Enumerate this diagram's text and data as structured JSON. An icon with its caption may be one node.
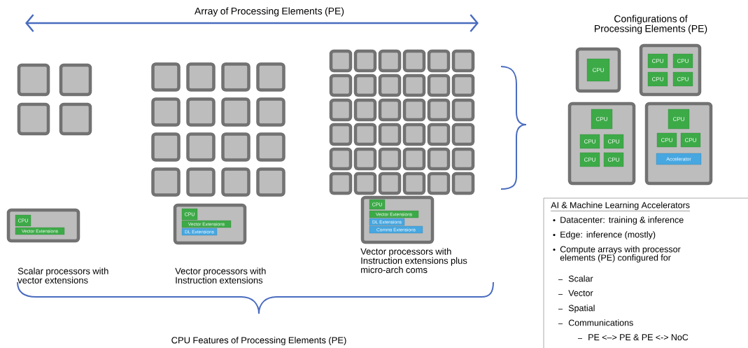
{
  "diagram": {
    "nodes": [
      {
        "text": [],
        "shape": "box"
      },
      {
        "text": [],
        "shape": "box"
      },
      {
        "text": [],
        "shape": "box"
      },
      {
        "text": [],
        "shape": "box"
      },
      {
        "text": [],
        "shape": "box"
      },
      {
        "text": [],
        "shape": "box"
      },
      {
        "text": [],
        "shape": "box"
      },
      {
        "text": [],
        "shape": "box"
      },
      {
        "text": [],
        "shape": "box"
      },
      {
        "text": [],
        "shape": "box"
      },
      {
        "text": [],
        "shape": "box"
      },
      {
        "text": [],
        "shape": "box"
      },
      {
        "text": [],
        "shape": "box"
      },
      {
        "text": [],
        "shape": "box"
      },
      {
        "text": [],
        "shape": "box"
      },
      {
        "text": [],
        "shape": "box"
      },
      {
        "text": [],
        "shape": "box"
      },
      {
        "text": [],
        "shape": "box"
      },
      {
        "text": [],
        "shape": "box"
      },
      {
        "text": [],
        "shape": "box"
      },
      {
        "text": [],
        "shape": "box"
      },
      {
        "text": [],
        "shape": "box"
      },
      {
        "text": [],
        "shape": "box"
      },
      {
        "text": [],
        "shape": "box"
      },
      {
        "text": [],
        "shape": "box"
      },
      {
        "text": [],
        "shape": "box"
      },
      {
        "text": [],
        "shape": "box"
      },
      {
        "text": [],
        "shape": "box"
      },
      {
        "text": [],
        "shape": "box"
      },
      {
        "text": [],
        "shape": "box"
      },
      {
        "text": [],
        "shape": "box"
      },
      {
        "text": [],
        "shape": "box"
      },
      {
        "text": [],
        "shape": "box"
      },
      {
        "text": [],
        "shape": "box"
      },
      {
        "text": [],
        "shape": "box"
      },
      {
        "text": [],
        "shape": "box"
      },
      {
        "text": [],
        "shape": "box"
      },
      {
        "text": [],
        "shape": "box"
      },
      {
        "text": [],
        "shape": "box"
      },
      {
        "text": [],
        "shape": "box"
      },
      {
        "text": [],
        "shape": "box"
      },
      {
        "text": [],
        "shape": "box"
      },
      {
        "text": [],
        "shape": "box"
      },
      {
        "text": [],
        "shape": "box"
      },
      {
        "text": [],
        "shape": "box"
      },
      {
        "text": [],
        "shape": "box"
      },
      {
        "text": [],
        "shape": "box"
      },
      {
        "text": [],
        "shape": "box"
      },
      {
        "text": [],
        "shape": "box"
      },
      {
        "text": [],
        "shape": "box"
      },
      {
        "text": [],
        "shape": "box"
      },
      {
        "text": [],
        "shape": "box"
      },
      {
        "text": [],
        "shape": "box"
      },
      {
        "text": [],
        "shape": "box"
      },
      {
        "text": [],
        "shape": "box"
      },
      {
        "text": [],
        "shape": "box"
      },
      {
        "text": [],
        "shape": "box"
      },
      {
        "text": [
          "CPU"
        ],
        "in": 56
      },
      {
        "text": [],
        "shape": "box"
      },
      {
        "text": [
          "CPU"
        ],
        "in": 58
      },
      {
        "text": [
          "CPU"
        ],
        "in": 58
      },
      {
        "text": [
          "CPU"
        ],
        "in": 58
      },
      {
        "text": [
          "CPU"
        ],
        "in": 58
      },
      {
        "text": [],
        "shape": "box"
      },
      {
        "text": [
          "CPU"
        ],
        "in": 63
      },
      {
        "text": [
          "CPU"
        ],
        "in": 63
      },
      {
        "text": [
          "CPU"
        ],
        "in": 63
      },
      {
        "text": [
          "CPU"
        ],
        "in": 63
      },
      {
        "text": [
          "CPU"
        ],
        "in": 63
      },
      {
        "text": [],
        "shape": "box"
      },
      {
        "text": [
          "CPU"
        ],
        "in": 69
      },
      {
        "text": [
          "CPU"
        ],
        "in": 69
      },
      {
        "text": [
          "CPU"
        ],
        "in": 69
      },
      {
        "text": [
          "Accelerator"
        ],
        "in": 69
      },
      {
        "text": [],
        "shape": "box",
        "beside": [
          "Scalar processors with vector extensions"
        ]
      },
      {
        "text": [
          "CPU"
        ],
        "in": 74
      },
      {
        "text": [
          "Vector Extensions"
        ],
        "in": 74
      },
      {
        "text": [],
        "shape": "box",
        "beside": [
          "Vector processors with Instruction extensions"
        ]
      },
      {
        "text": [
          "CPU"
        ],
        "in": 77
      },
      {
        "text": [
          "Vector Extensions"
        ],
        "in": 77
      },
      {
        "text": [
          "DL Extensions"
        ],
        "in": 77
      },
      {
        "text": [],
        "shape": "box",
        "beside": [
          "Vector processors with Instruction extensions plus micro-arch coms"
        ]
      },
      {
        "text": [
          "CPU"
        ],
        "in": 81
      },
      {
        "text": [
          "Vector Extensions"
        ],
        "in": 81
      },
      {
        "text": [
          "DL Extensions"
        ],
        "in": 81
      },
      {
        "text": [
          "Comms Extensions"
        ],
        "in": 81
      },
      {
        "text": [
          "AI & Machine Learning Accelerators",
          "Datacenter: training & inference",
          "Edge: inference (mostly)",
          "Compute arrays with processor elements (PE) configured for",
          "Scalar",
          "Vector",
          "Spatial",
          "Communications",
          "PE <–> PE & PE <-> NoC"
        ]
      }
    ],
    "labels": [
      "Array of Processing Elements (PE)",
      "Configurations of Processing Elements (PE)",
      "CPU Features of Processing Elements (PE)"
    ]
  }
}
